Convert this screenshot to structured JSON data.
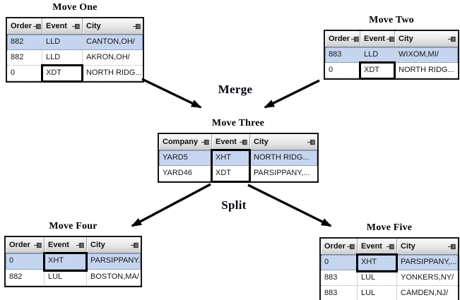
{
  "labels": {
    "merge": "Merge",
    "split": "Split"
  },
  "colors": {
    "selected_row": "#c6d5ef",
    "header_gradient_top": "#fbfbfb",
    "header_gradient_bottom": "#cdcdcd",
    "table_border": "#161616",
    "event_box_border": "#000000",
    "arrow": "#000000"
  },
  "icons": {
    "pin": "pin-icon"
  },
  "tables": {
    "move_one": {
      "title": "Move One",
      "columns": [
        "Order",
        "Event",
        "City"
      ],
      "rows": [
        {
          "cells": [
            "882",
            "LLD",
            "CANTON,OH/"
          ],
          "selected": true
        },
        {
          "cells": [
            "882",
            "LLD",
            "AKRON,OH/"
          ]
        },
        {
          "cells": [
            "0",
            "XDT",
            "NORTH RIDG..."
          ]
        }
      ],
      "event_box": {
        "col": 1,
        "rows": [
          2
        ]
      }
    },
    "move_two": {
      "title": "Move Two",
      "columns": [
        "Order",
        "Event",
        "City"
      ],
      "rows": [
        {
          "cells": [
            "883",
            "LLD",
            "WIXOM,MI/"
          ],
          "selected": true
        },
        {
          "cells": [
            "0",
            "XDT",
            "NORTH RIDG..."
          ]
        }
      ],
      "event_box": {
        "col": 1,
        "rows": [
          1
        ]
      }
    },
    "move_three": {
      "title": "Move Three",
      "columns": [
        "Company",
        "Event",
        "City"
      ],
      "rows": [
        {
          "cells": [
            "YARD5",
            "XHT",
            "NORTH RIDG..."
          ],
          "selected": true
        },
        {
          "cells": [
            "YARD46",
            "XDT",
            "PARSIPPANY,..."
          ]
        }
      ],
      "event_box": {
        "col": 1,
        "rows": [
          0,
          1
        ]
      }
    },
    "move_four": {
      "title": "Move Four",
      "columns": [
        "Order",
        "Event",
        "City"
      ],
      "rows": [
        {
          "cells": [
            "0",
            "XHT",
            "PARSIPPANY..."
          ],
          "selected": true
        },
        {
          "cells": [
            "882",
            "LUL",
            "BOSTON,MA/"
          ]
        }
      ],
      "event_box": {
        "col": 1,
        "rows": [
          0
        ]
      }
    },
    "move_five": {
      "title": "Move Five",
      "columns": [
        "Order",
        "Event",
        "City"
      ],
      "rows": [
        {
          "cells": [
            "0",
            "XHT",
            "PARSIPPANY,..."
          ],
          "selected": true
        },
        {
          "cells": [
            "883",
            "LUL",
            "YONKERS,NY/"
          ]
        },
        {
          "cells": [
            "883",
            "LUL",
            "CAMDEN,NJ/"
          ]
        }
      ],
      "event_box": {
        "col": 1,
        "rows": [
          0
        ]
      }
    }
  }
}
